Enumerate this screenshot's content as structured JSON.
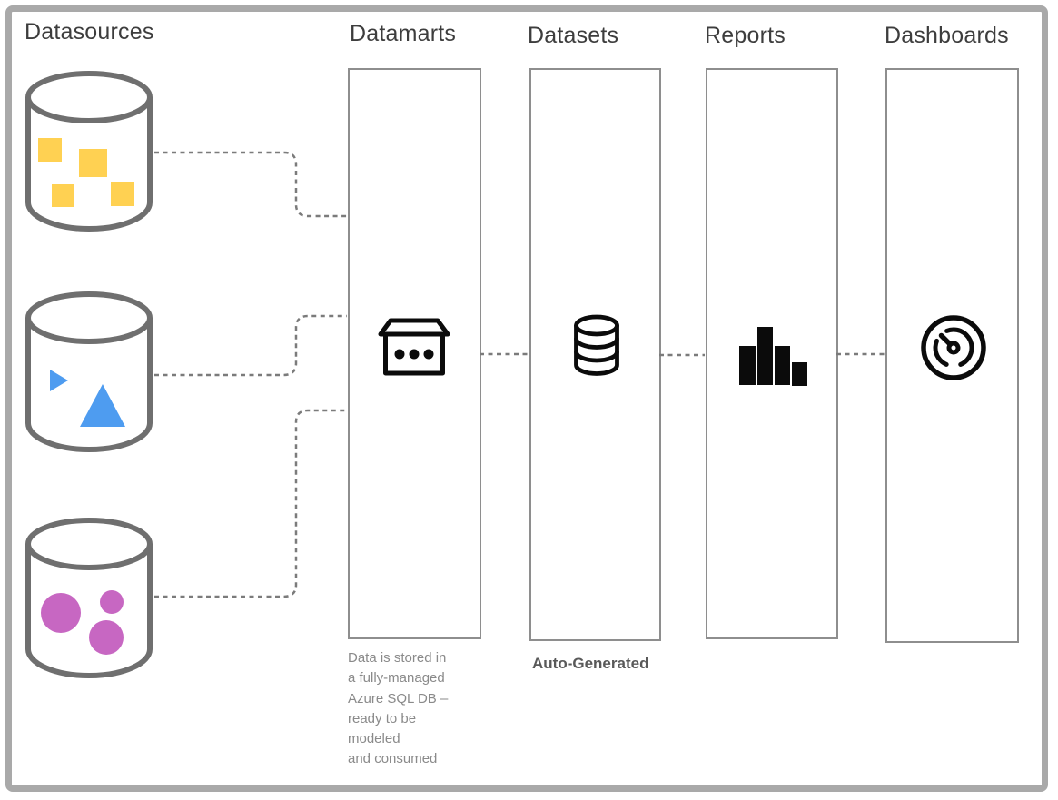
{
  "headers": [
    {
      "label": "Datasources"
    },
    {
      "label": "Datamarts"
    },
    {
      "label": "Datasets"
    },
    {
      "label": "Reports"
    },
    {
      "label": "Dashboards"
    }
  ],
  "datamarts_caption": {
    "lines": [
      "Data is stored in",
      "a fully-managed",
      "Azure SQL DB –",
      "ready to be",
      "modeled",
      "and consumed"
    ]
  },
  "datasets_caption": "Auto-Generated",
  "icons": {
    "datasources": "database-cylinder-icon",
    "datamarts": "datamart-box-icon",
    "datasets": "database-stack-icon",
    "reports": "bar-chart-icon",
    "dashboards": "gauge-icon"
  },
  "colors": {
    "frame_border": "#a9a9a9",
    "box_border": "#8e8e8e",
    "header_text": "#3d3d3d",
    "caption_text": "#8a8a8a",
    "caption_bold_text": "#595959",
    "connector": "#7b7b7b",
    "cylinder_stroke": "#6f6f6f",
    "icon_black": "#0b0b0b",
    "datasource_yellow": "#ffd152",
    "datasource_blue": "#4e9cf0",
    "datasource_purple": "#c767c2"
  }
}
